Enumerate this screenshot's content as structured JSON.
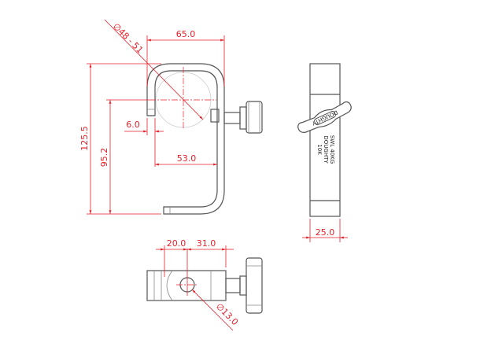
{
  "drawing": {
    "colors": {
      "dimension": "#e8202a",
      "outline": "#555555"
    },
    "front_view": {
      "dim_width": "65.0",
      "dim_height_total": "125.5",
      "dim_height_inner": "95.2",
      "dim_gap": "6.0",
      "dim_inner_width": "53.0",
      "dim_tube_diameter": "∅48 - 51"
    },
    "side_view": {
      "dim_width": "25.0",
      "engraving": [
        "10K",
        "DOUGHTY",
        "SWL 40KG"
      ],
      "wing_logo": "DOUGHTY"
    },
    "bottom_view": {
      "dim_a": "20.0",
      "dim_b": "31.0",
      "dim_hole": "∅13.0"
    }
  }
}
